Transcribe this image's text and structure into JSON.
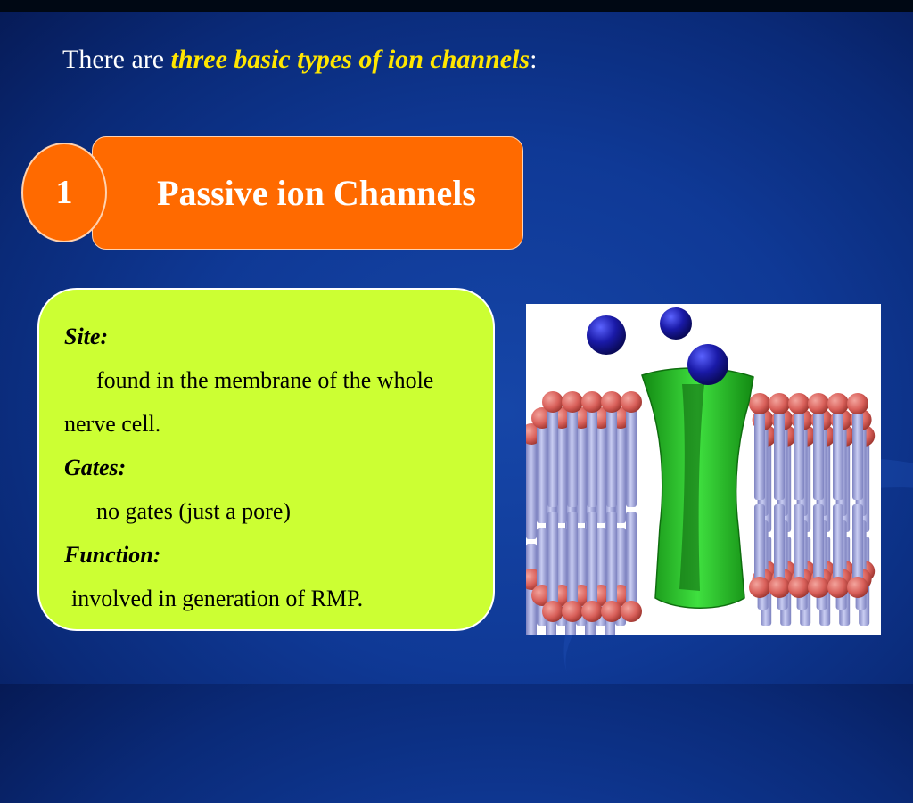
{
  "intro": {
    "prefix": "There are ",
    "emphasis": "three basic types of ion channels",
    "suffix": ":"
  },
  "heading": {
    "number": "1",
    "title": "Passive ion Channels"
  },
  "info": {
    "site_label": "Site:",
    "site_text": "found in the membrane of the whole nerve cell.",
    "gates_label": "Gates:",
    "gates_text": "no gates (just a pore)",
    "function_label": "Function:",
    "function_text": "involved in generation of RMP."
  },
  "colors": {
    "background": "#0f3996",
    "heading_fill": "#ff6a00",
    "info_fill": "#ccff33",
    "emphasis_text": "#ffe600",
    "lipid_head": "#d9605a",
    "lipid_tail": "#a9aede",
    "channel": "#2ec22e",
    "ion": "#1a1aa8"
  },
  "illustration": "ion-channel-in-membrane"
}
